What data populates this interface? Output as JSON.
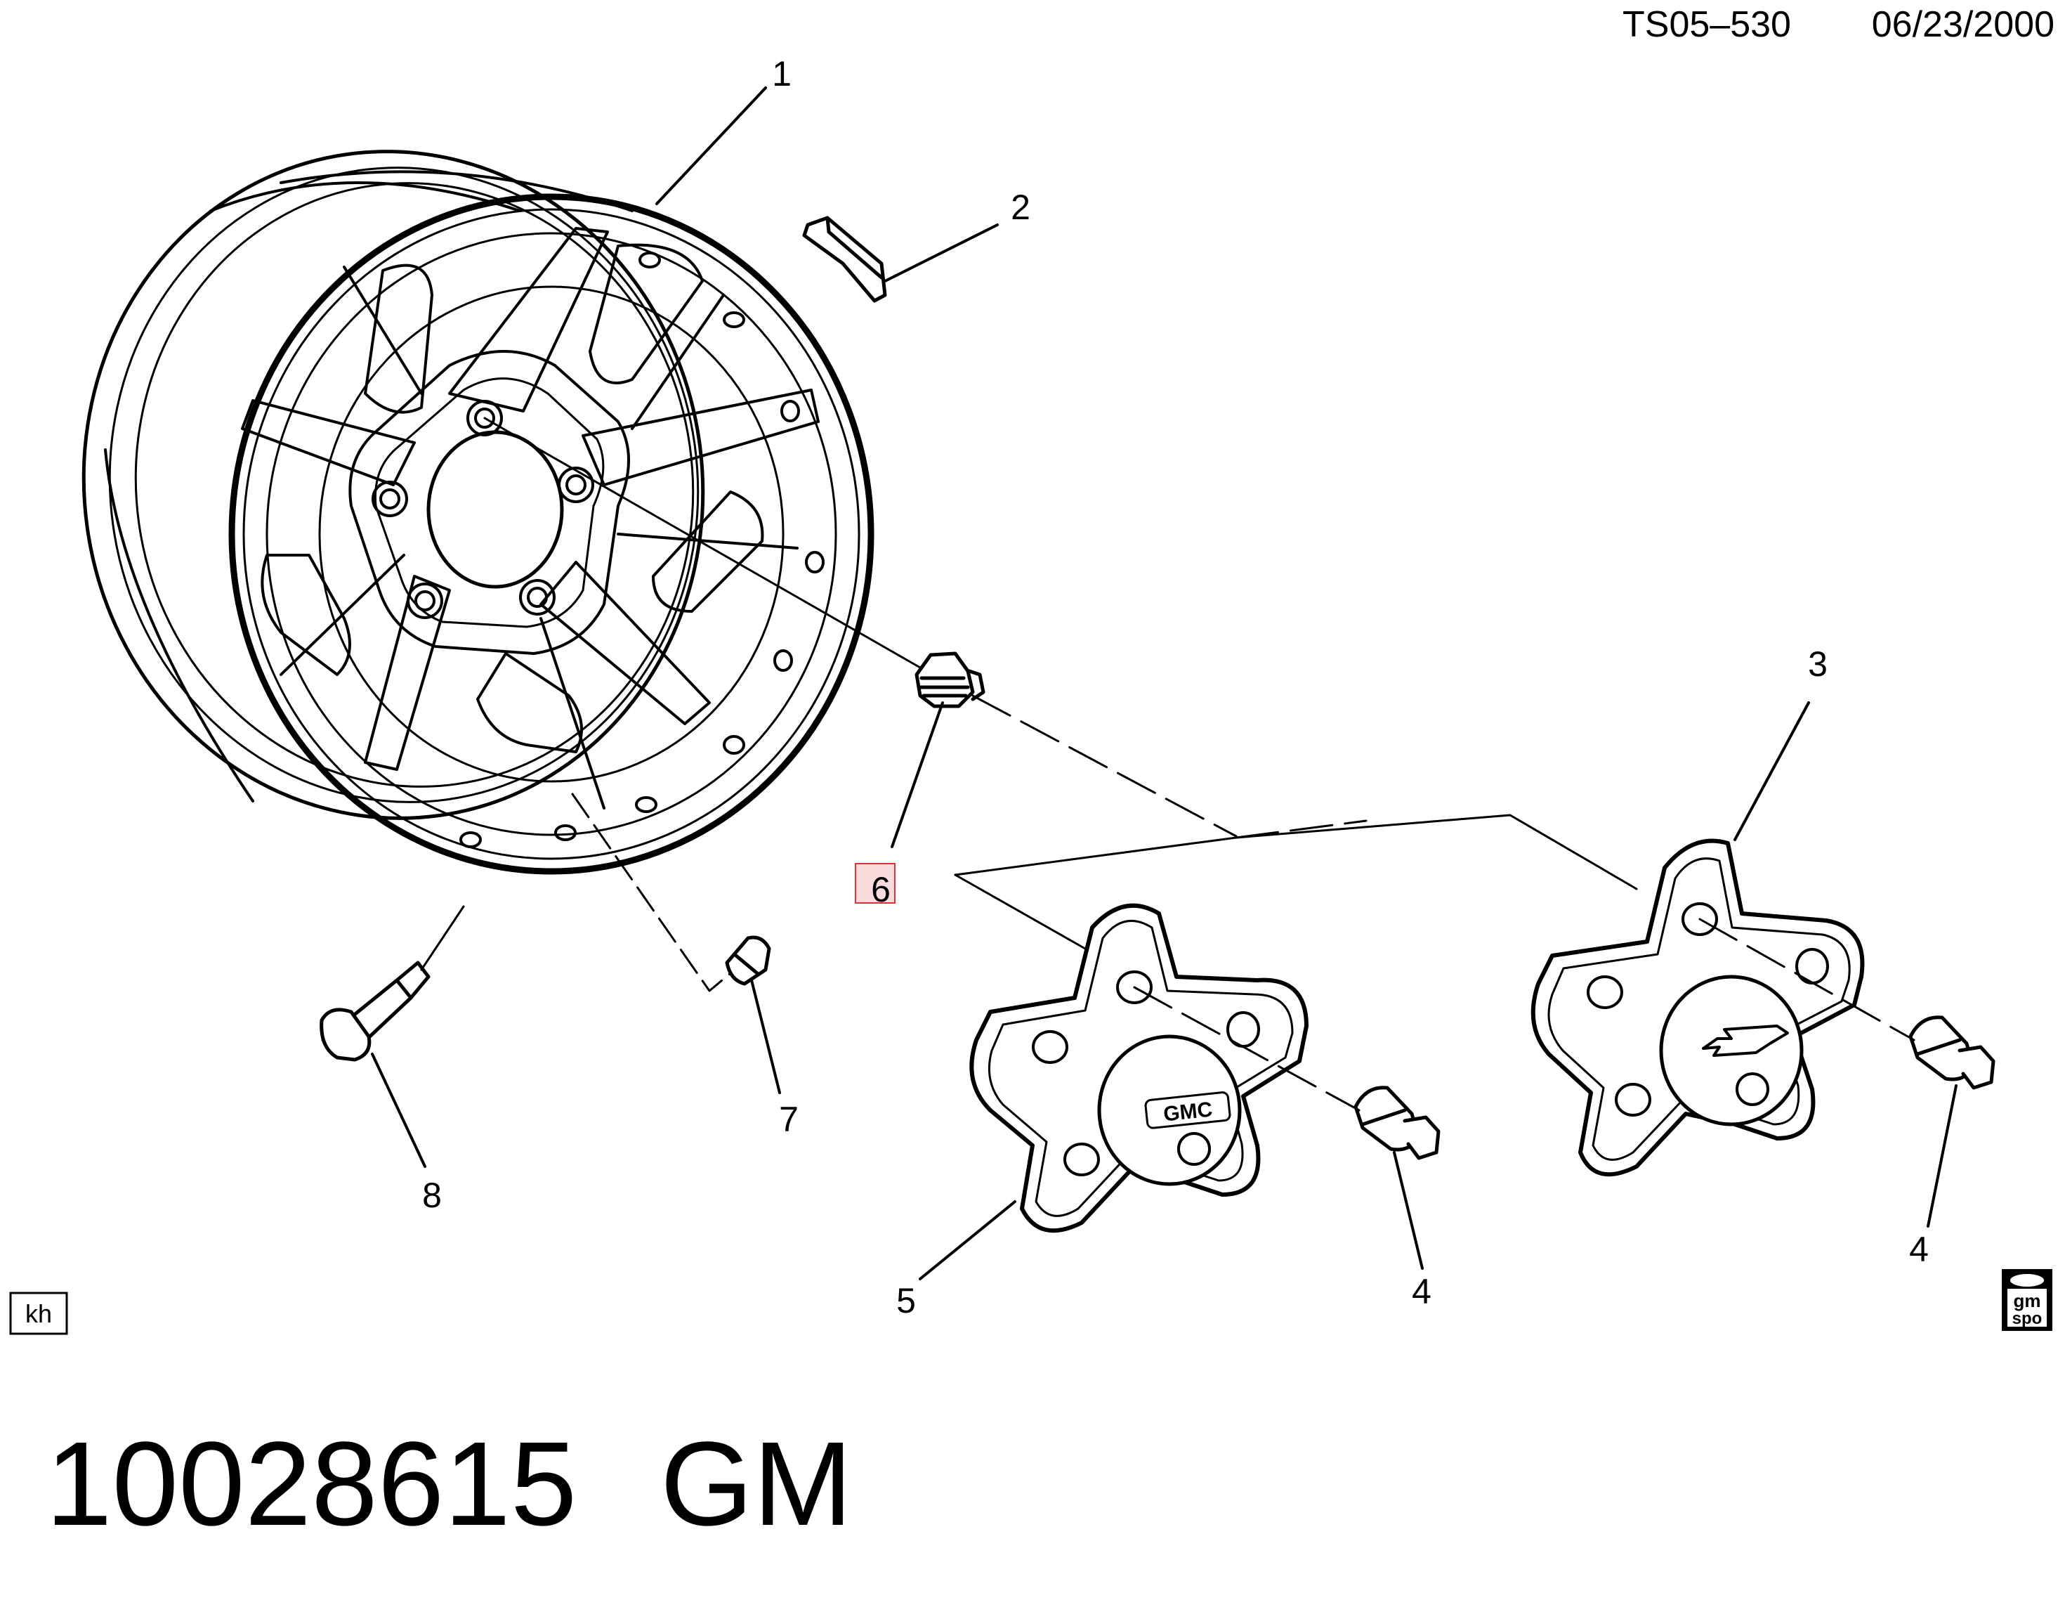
{
  "header": {
    "code": "TS05–530",
    "date": "06/23/2000"
  },
  "callouts": {
    "c1": "1",
    "c2": "2",
    "c3": "3",
    "c4a": "4",
    "c4b": "4",
    "c5": "5",
    "c6": "6",
    "c7": "7",
    "c8": "8"
  },
  "emblems": {
    "gmc": "GMC"
  },
  "badges": {
    "kh": "kh",
    "gm": "gm",
    "spo": "spo"
  },
  "footer": {
    "part_number": "10028615",
    "brand": "GM"
  },
  "colors": {
    "ink": "#000000",
    "highlight": "#e0303a",
    "background": "#ffffff"
  }
}
